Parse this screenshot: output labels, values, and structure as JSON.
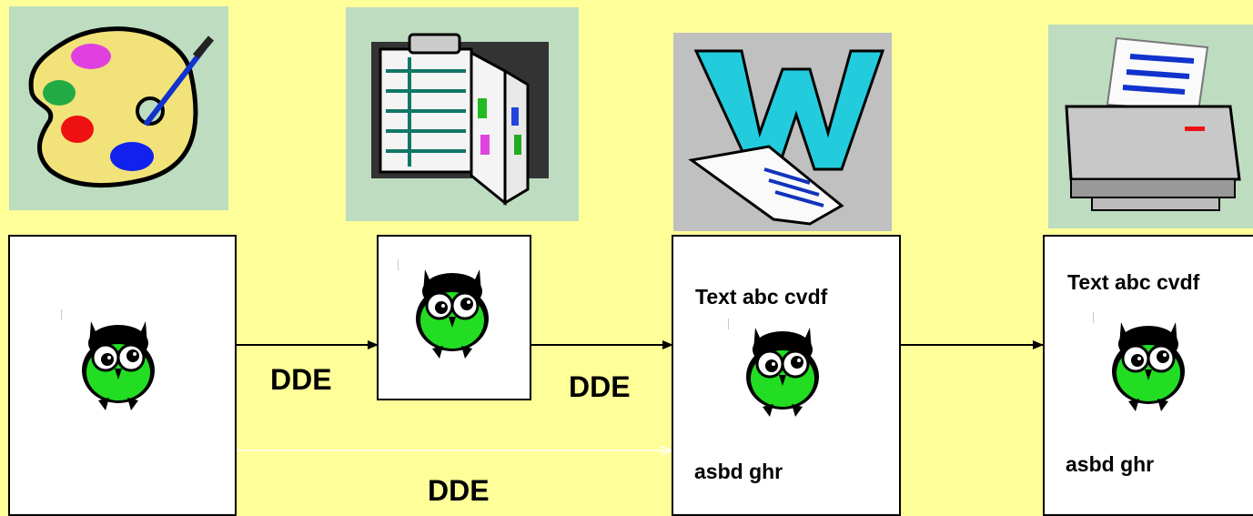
{
  "diagram": {
    "background": "#FFFF99",
    "icons": [
      {
        "name": "paint-palette-icon"
      },
      {
        "name": "clipboard-binder-icon"
      },
      {
        "name": "word-document-icon"
      },
      {
        "name": "printer-icon"
      }
    ],
    "links": [
      {
        "label": "DDE",
        "color": "#000000"
      },
      {
        "label": "DDE",
        "color": "#000000"
      },
      {
        "label": "DDE",
        "color": "#FFFFFF"
      }
    ],
    "doc_boxes": [
      {
        "top_text": "Text abc cvdf",
        "bottom_text": "asbd ghr"
      },
      {
        "top_text": "Text abc cvdf",
        "bottom_text": "asbd ghr"
      }
    ]
  }
}
